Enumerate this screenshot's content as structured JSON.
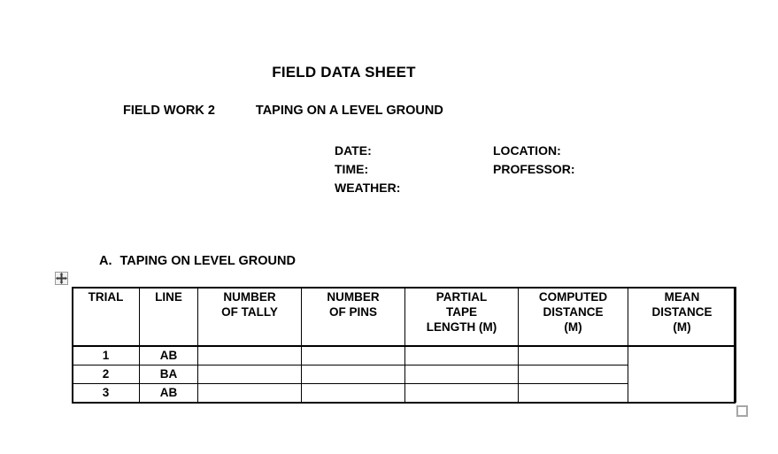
{
  "document": {
    "title": "FIELD DATA SHEET",
    "fieldwork_label": "FIELD WORK 2",
    "topic": "TAPING ON A LEVEL GROUND"
  },
  "meta": {
    "rows": [
      {
        "left": "DATE:",
        "right": "LOCATION:"
      },
      {
        "left": "TIME:",
        "right": "PROFESSOR:"
      },
      {
        "left": "WEATHER:",
        "right": ""
      }
    ]
  },
  "section": {
    "letter": "A.",
    "title": "TAPING ON LEVEL GROUND"
  },
  "table": {
    "headers": [
      {
        "line1": "TRIAL",
        "line2": "",
        "line3": ""
      },
      {
        "line1": "LINE",
        "line2": "",
        "line3": ""
      },
      {
        "line1": "NUMBER",
        "line2": "OF TALLY",
        "line3": ""
      },
      {
        "line1": "NUMBER",
        "line2": "OF PINS",
        "line3": ""
      },
      {
        "line1": "PARTIAL",
        "line2": "TAPE",
        "line3": "LENGTH (M)"
      },
      {
        "line1": "COMPUTED",
        "line2": "DISTANCE",
        "line3": "(M)"
      },
      {
        "line1": "MEAN",
        "line2": "DISTANCE",
        "line3": "(M)"
      }
    ],
    "rows": [
      {
        "trial": "1",
        "line": "AB",
        "tally": "",
        "pins": "",
        "partial": "",
        "computed": ""
      },
      {
        "trial": "2",
        "line": "BA",
        "tally": "",
        "pins": "",
        "partial": "",
        "computed": ""
      },
      {
        "trial": "3",
        "line": "AB",
        "tally": "",
        "pins": "",
        "partial": "",
        "computed": ""
      }
    ],
    "mean_value": ""
  },
  "handles": {
    "move_icon": "table-move-cross-icon",
    "resize_icon": "table-resize-square-icon"
  },
  "colors": {
    "text": "#000000",
    "background": "#ffffff",
    "border": "#000000",
    "handle_border": "#9a9a9a",
    "handle_fill": "#f2f2f2",
    "resize_border": "#a6a6a6"
  }
}
